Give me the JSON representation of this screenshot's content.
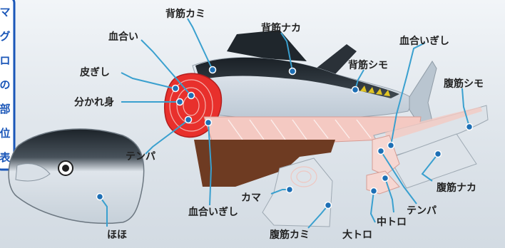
{
  "diagram": {
    "side_title_chars": [
      "マ",
      "グ",
      "ロ",
      "の",
      "部",
      "位",
      "表"
    ],
    "labels": {
      "sesuji_kami": "背筋カミ",
      "sesuji_naka": "背筋ナカ",
      "sesuji_shimo": "背筋シモ",
      "chiai": "血合い",
      "kawagishi": "皮ぎし",
      "wakaremi": "分かれ身",
      "tenpa_upper": "テンパ",
      "chiai_igishi_top": "血合いぎし",
      "chiai_igishi_bottom": "血合いぎし",
      "harasuji_shimo": "腹筋シモ",
      "harasuji_naka": "腹筋ナカ",
      "harasuji_kami": "腹筋カミ",
      "tenpa_lower": "テンパ",
      "kama": "カマ",
      "hoho": "ほほ",
      "otoro": "大トロ",
      "chutoro": "中トロ"
    }
  }
}
